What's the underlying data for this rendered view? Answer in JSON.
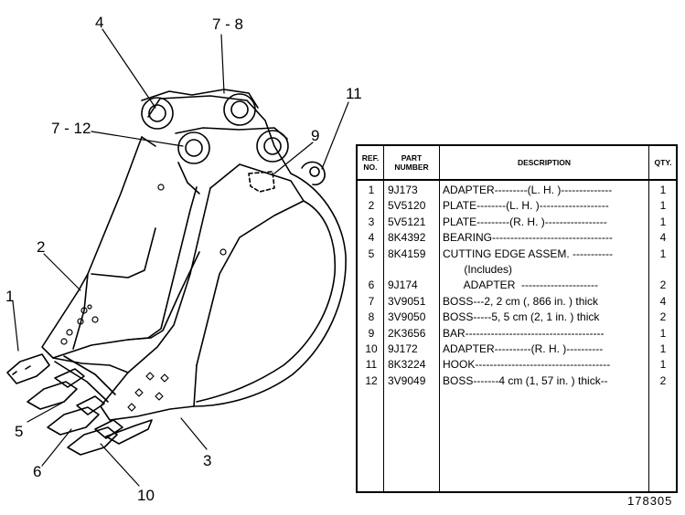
{
  "callouts": [
    {
      "id": "c4",
      "text": "4"
    },
    {
      "id": "c78",
      "text": "7 - 8"
    },
    {
      "id": "c11",
      "text": "11"
    },
    {
      "id": "c712",
      "text": "7 - 12"
    },
    {
      "id": "c9",
      "text": "9"
    },
    {
      "id": "c2",
      "text": "2"
    },
    {
      "id": "c1",
      "text": "1"
    },
    {
      "id": "c5",
      "text": "5"
    },
    {
      "id": "c6",
      "text": "6"
    },
    {
      "id": "c10",
      "text": "10"
    },
    {
      "id": "c3",
      "text": "3"
    }
  ],
  "table": {
    "headers": {
      "ref": "REF.\nNO.",
      "part": "PART\nNUMBER",
      "desc": "DESCRIPTION",
      "qty": "QTY."
    },
    "rows": [
      {
        "ref": "1",
        "part": "9J173",
        "desc": "ADAPTER---------(L. H. )--------------",
        "qty": "1"
      },
      {
        "ref": "2",
        "part": "5V5120",
        "desc": "PLATE--------(L. H. )-------------------",
        "qty": "1"
      },
      {
        "ref": "3",
        "part": "5V5121",
        "desc": "PLATE---------(R. H. )-----------------",
        "qty": "1"
      },
      {
        "ref": "4",
        "part": "8K4392",
        "desc": "BEARING---------------------------------",
        "qty": "4"
      },
      {
        "ref": "5",
        "part": "8K4159",
        "desc": "CUTTING EDGE ASSEM. -----------",
        "qty": "1"
      },
      {
        "ref": "",
        "part": "",
        "desc": "       (Includes)",
        "qty": ""
      },
      {
        "ref": "6",
        "part": "9J174",
        "desc": "       ADAPTER  ---------------------",
        "qty": "2"
      },
      {
        "ref": "7",
        "part": "3V9051",
        "desc": "BOSS---2, 2 cm (, 866 in. ) thick",
        "qty": "4"
      },
      {
        "ref": "8",
        "part": "3V9050",
        "desc": "BOSS-----5, 5 cm (2, 1 in. ) thick",
        "qty": "2"
      },
      {
        "ref": "9",
        "part": "2K3656",
        "desc": "BAR--------------------------------------",
        "qty": "1"
      },
      {
        "ref": "10",
        "part": "9J172",
        "desc": "ADAPTER----------(R. H. )----------",
        "qty": "1"
      },
      {
        "ref": "11",
        "part": "8K3224",
        "desc": "HOOK-------------------------------------",
        "qty": "1"
      },
      {
        "ref": "12",
        "part": "3V9049",
        "desc": "BOSS-------4 cm (1, 57 in. ) thick--",
        "qty": "2"
      }
    ]
  },
  "drawing_number": "178305"
}
